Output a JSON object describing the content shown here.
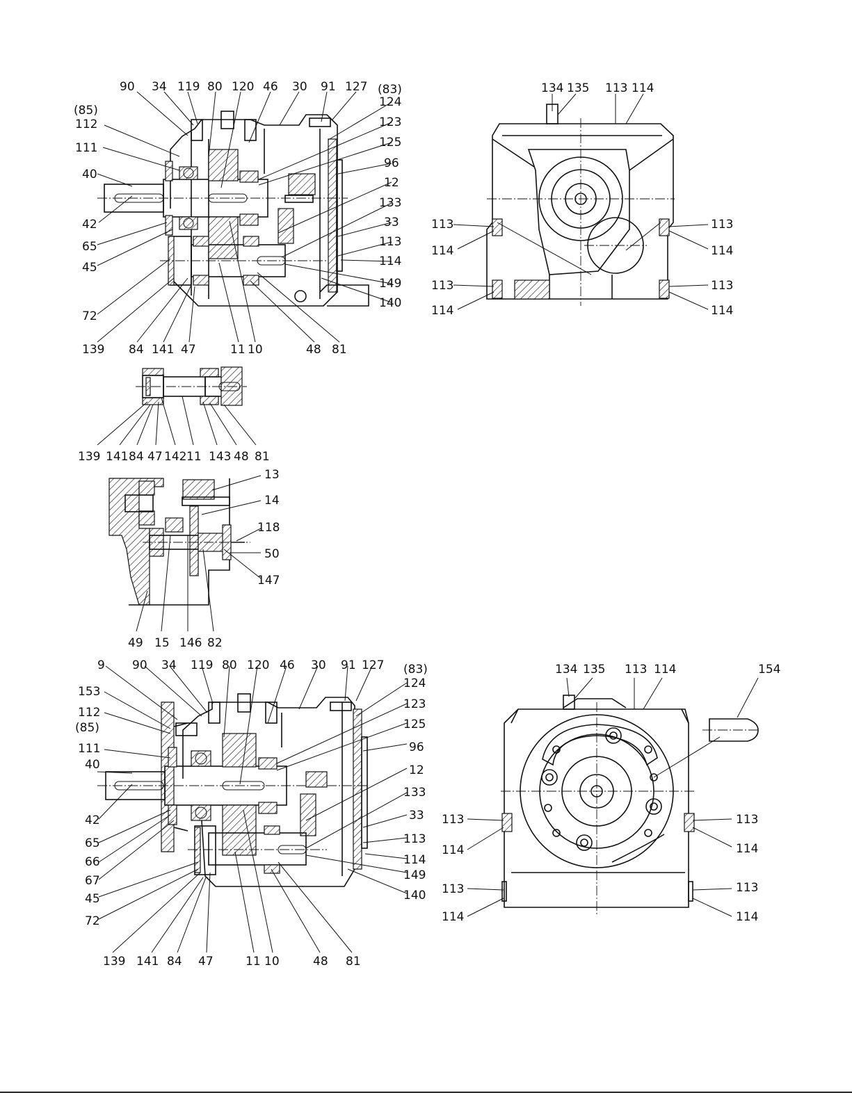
{
  "views": [
    {
      "id": "section-top-left",
      "labels": [
        "90",
        "34",
        "119",
        "80",
        "120",
        "46",
        "30",
        "91",
        "127",
        "(83)",
        "124",
        "(85)",
        "112",
        "123",
        "111",
        "125",
        "40",
        "96",
        "12",
        "133",
        "33",
        "42",
        "113",
        "65",
        "114",
        "45",
        "149",
        "140",
        "72",
        "139",
        "84",
        "141",
        "47",
        "11",
        "10",
        "48",
        "81"
      ]
    },
    {
      "id": "front-view-top-right",
      "labels": [
        "134",
        "135",
        "113",
        "114",
        "113",
        "113",
        "114",
        "114",
        "113",
        "113",
        "114",
        "114"
      ]
    },
    {
      "id": "shaft-detail",
      "labels": [
        "139",
        "141",
        "84",
        "47",
        "142",
        "11",
        "143",
        "48",
        "81"
      ]
    },
    {
      "id": "gear-detail",
      "labels": [
        "13",
        "14",
        "118",
        "50",
        "147",
        "49",
        "15",
        "146",
        "82"
      ]
    },
    {
      "id": "section-bottom-left",
      "labels": [
        "9",
        "90",
        "34",
        "119",
        "80",
        "120",
        "46",
        "30",
        "91",
        "127",
        "(83)",
        "153",
        "124",
        "112",
        "123",
        "(85)",
        "125",
        "111",
        "40",
        "96",
        "12",
        "133",
        "42",
        "33",
        "65",
        "113",
        "66",
        "114",
        "67",
        "149",
        "45",
        "140",
        "72",
        "139",
        "141",
        "84",
        "47",
        "11",
        "10",
        "48",
        "81"
      ]
    },
    {
      "id": "flange-view-bottom-right",
      "labels": [
        "134",
        "135",
        "113",
        "114",
        "154",
        "113",
        "113",
        "114",
        "114",
        "113",
        "113",
        "114",
        "114"
      ]
    }
  ]
}
